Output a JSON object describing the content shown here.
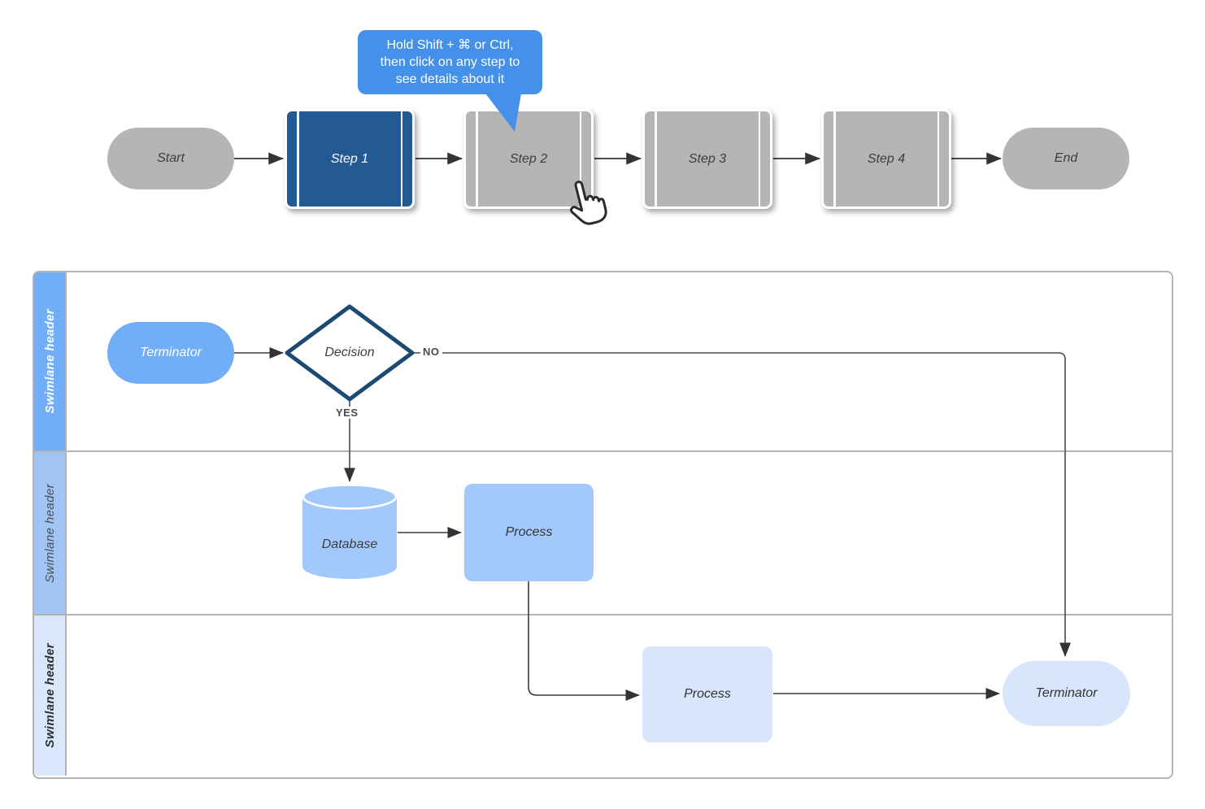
{
  "tooltip": {
    "lines": [
      "Hold Shift + ⌘ or Ctrl,",
      "then click on any step to",
      "see details about it"
    ],
    "fill": "#4590e8",
    "text_color": "#ffffff"
  },
  "flow": {
    "start": {
      "label": "Start"
    },
    "end": {
      "label": "End"
    },
    "steps": [
      {
        "label": "Step 1",
        "state": "selected",
        "fill": "#235a94",
        "text_color": "#ffffff"
      },
      {
        "label": "Step 2",
        "state": "default",
        "fill": "#b5b5b5",
        "text_color": "#3d3d3d"
      },
      {
        "label": "Step 3",
        "state": "default",
        "fill": "#b5b5b5",
        "text_color": "#3d3d3d"
      },
      {
        "label": "Step 4",
        "state": "default",
        "fill": "#b5b5b5",
        "text_color": "#3d3d3d"
      }
    ],
    "terminator_fill": "#b5b5b5"
  },
  "swimlanes": {
    "border_color": "#b3b3b3",
    "lanes": [
      {
        "label": "Swimlane header",
        "header_fill": "#71aef7",
        "header_text_color": "#ffffff"
      },
      {
        "label": "Swimlane header",
        "header_fill": "#a0c4f4",
        "header_text_color": "#4d4d4d"
      },
      {
        "label": "Swimlane header",
        "header_fill": "#d9e7fb",
        "header_text_color": "#2e2e2e"
      }
    ]
  },
  "nodes": {
    "terminator1": {
      "label": "Terminator",
      "fill": "#71aef7"
    },
    "decision": {
      "label": "Decision",
      "fill": "#ffffff",
      "border_color": "#1c4a73"
    },
    "database": {
      "label": "Database",
      "fill": "#a3c9fc"
    },
    "process2": {
      "label": "Process",
      "fill": "#a3c9fc"
    },
    "process3": {
      "label": "Process",
      "fill": "#d7e6fb"
    },
    "terminator3": {
      "label": "Terminator",
      "fill": "#d7e6fb"
    }
  },
  "edges": {
    "no_label": "NO",
    "yes_label": "YES",
    "line_color": "#3c3c3c"
  },
  "icons": {
    "cursor": "hand-pointer-icon"
  }
}
